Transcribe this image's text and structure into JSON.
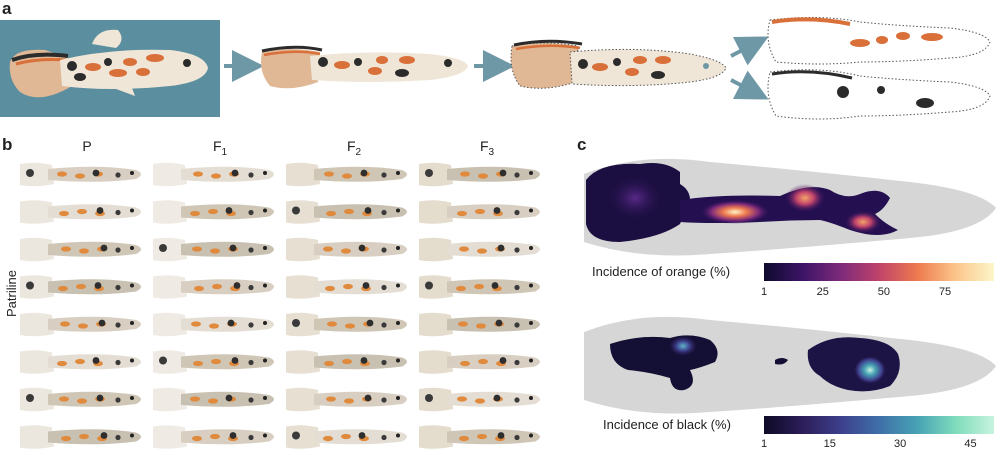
{
  "panels": {
    "a": "a",
    "b": "b",
    "c": "c"
  },
  "panel_b": {
    "row_label": "Patriline",
    "columns": [
      {
        "base": "P",
        "sub": ""
      },
      {
        "base": "F",
        "sub": "1"
      },
      {
        "base": "F",
        "sub": "2"
      },
      {
        "base": "F",
        "sub": "3"
      }
    ]
  },
  "panel_c": {
    "orange": {
      "label": "Incidence of orange (%)",
      "ticks": [
        "1",
        "25",
        "50",
        "75"
      ],
      "tick_values": [
        1,
        25,
        50,
        75
      ],
      "range": [
        1,
        95
      ],
      "colors": [
        "#0e0a2e",
        "#3c1466",
        "#7d2a7a",
        "#c0436b",
        "#ee7a4f",
        "#fbc58a",
        "#fdf6c8"
      ]
    },
    "black": {
      "label": "Incidence of black (%)",
      "ticks": [
        "1",
        "15",
        "30",
        "45"
      ],
      "tick_values": [
        1,
        15,
        30,
        45
      ],
      "range": [
        1,
        50
      ],
      "colors": [
        "#0d0b26",
        "#2c1d58",
        "#3d3f8c",
        "#3f6fa8",
        "#47a3b5",
        "#7fdcbc",
        "#c8f3df"
      ]
    }
  },
  "colors": {
    "background_teal": "#5b8e9e",
    "arrow": "#6f98a6",
    "body": "#efe6d7",
    "fin": "#e0b896",
    "orange": "#d9703a",
    "black": "#2b2b2b",
    "silhouette": "#d6d6d6"
  }
}
